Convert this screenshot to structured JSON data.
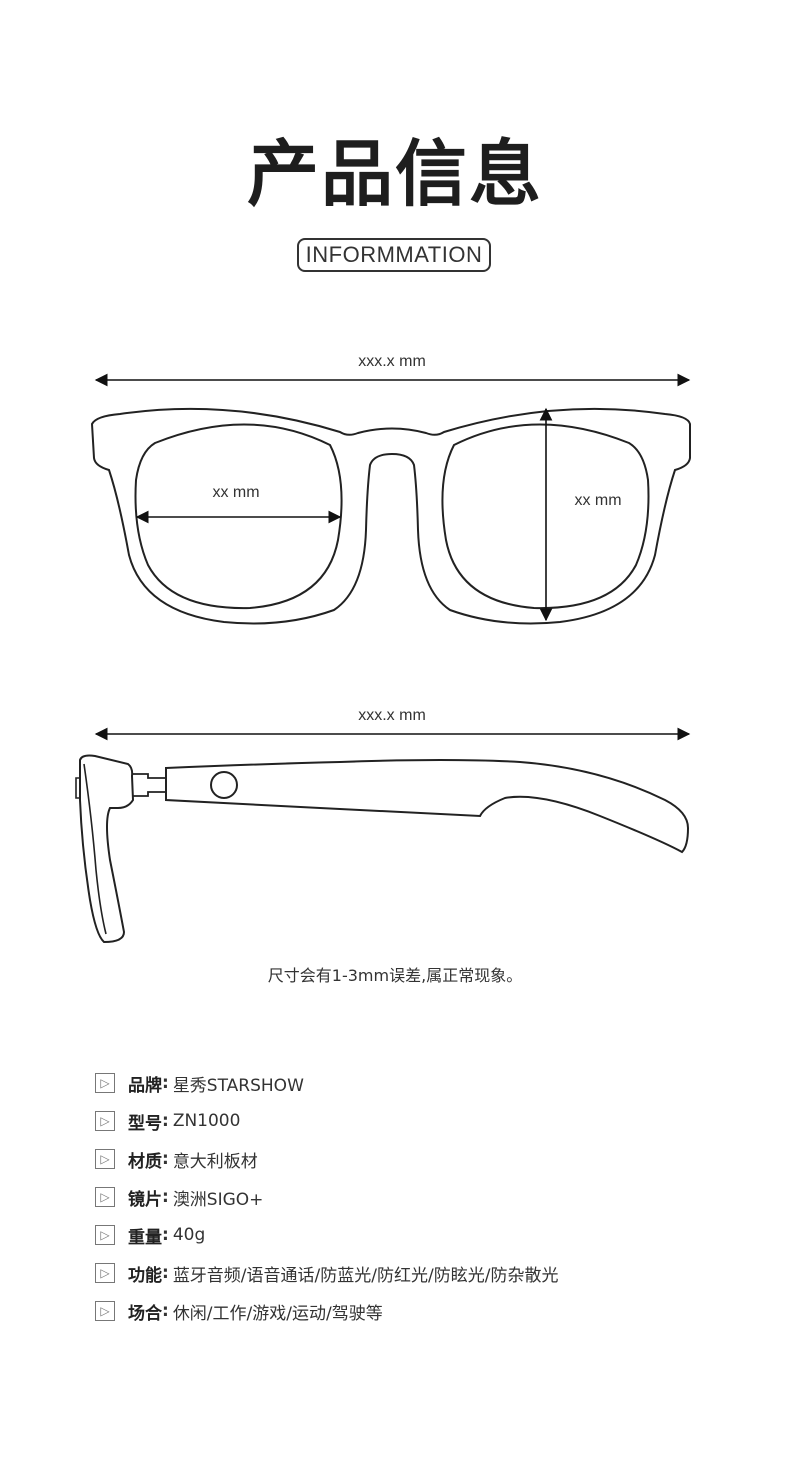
{
  "header": {
    "title": "产品信息",
    "subtitle": "INFORMMATION"
  },
  "front_view": {
    "total_width_label": "xxx.x mm",
    "lens_width_label": "xx mm",
    "lens_height_label": "xx mm"
  },
  "side_view": {
    "temple_length_label": "xxx.x mm"
  },
  "note": "尺寸会有1-3mm误差,属正常现象。",
  "specs": [
    {
      "label": "品牌",
      "value": "星秀STARSHOW",
      "icon": "chevron-right-icon"
    },
    {
      "label": "型号",
      "value": "ZN1000",
      "icon": "chevron-right-icon"
    },
    {
      "label": "材质",
      "value": "意大利板材",
      "icon": "chevron-right-icon"
    },
    {
      "label": "镜片",
      "value": "澳洲SIGO+",
      "icon": "chevron-right-icon"
    },
    {
      "label": "重量",
      "value": "40g",
      "icon": "chevron-right-icon"
    },
    {
      "label": "功能",
      "value": "蓝牙音频/语音通话/防蓝光/防红光/防眩光/防杂散光",
      "icon": "chevron-right-icon"
    },
    {
      "label": "场合",
      "value": "休闲/工作/游戏/运动/驾驶等",
      "icon": "chevron-right-icon"
    }
  ],
  "spec_separator": ":"
}
